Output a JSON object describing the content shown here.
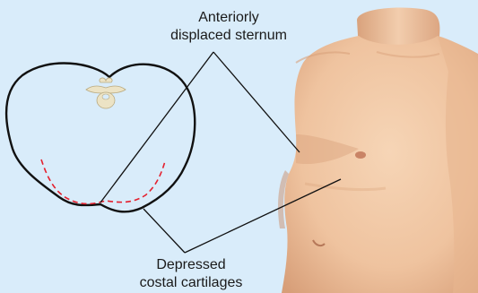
{
  "labels": {
    "anteriorly_displaced_sternum": {
      "line1": "Anteriorly",
      "line2": "displaced sternum"
    },
    "depressed_costal_cartilages": {
      "line1": "Depressed",
      "line2": "costal cartilages"
    }
  },
  "colors": {
    "background": "#d9ecfa",
    "outline": "#111111",
    "dashed_cartilage_line": "#e4202e",
    "skin": "#f0c7a3",
    "skin_shadow": "#d9a27c",
    "vertebra": "#ece3c5"
  }
}
